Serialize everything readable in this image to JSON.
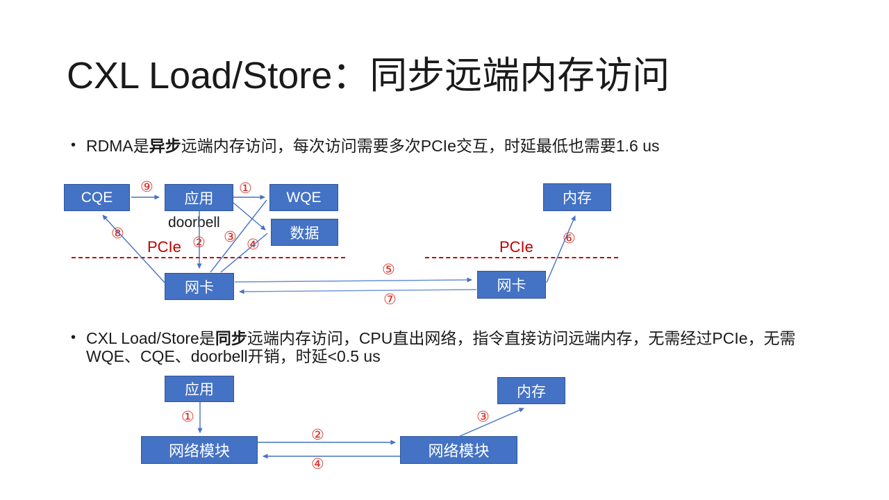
{
  "slide": {
    "title": "CXL Load/Store：同步远端内存访问",
    "bullet_char": "•",
    "bullet1": {
      "pre": "RDMA是",
      "bold": "异步",
      "post": "远端内存访问，每次访问需要多次PCIe交互，时延最低也需要1.6 us"
    },
    "bullet2": {
      "pre": "CXL Load/Store是",
      "bold": "同步",
      "post": "远端内存访问，CPU直出网络，指令直接访问远端内存，无需经过PCIe，无需WQE、CQE、doorbell开销，时延<0.5 us"
    }
  },
  "colors": {
    "box_fill": "#4472C4",
    "box_border": "#2F5597",
    "arrow_blue": "#4472C4",
    "red_accent": "#C00000",
    "step_red": "#D92C20"
  },
  "diagram_rdma": {
    "boxes": {
      "cqe": "CQE",
      "app": "应用",
      "wqe": "WQE",
      "data": "数据",
      "memory": "内存",
      "nic_left": "网卡",
      "nic_right": "网卡"
    },
    "doorbell_label": "doorbell",
    "pcie_left": "PCIe",
    "pcie_right": "PCIe",
    "steps": {
      "s1": "①",
      "s2": "②",
      "s3": "③",
      "s4": "④",
      "s5": "⑤",
      "s6": "⑥",
      "s7": "⑦",
      "s8": "⑧",
      "s9": "⑨"
    }
  },
  "diagram_cxl": {
    "boxes": {
      "app": "应用",
      "memory": "内存",
      "net_left": "网络模块",
      "net_right": "网络模块"
    },
    "steps": {
      "s1": "①",
      "s2": "②",
      "s3": "③",
      "s4": "④"
    }
  }
}
